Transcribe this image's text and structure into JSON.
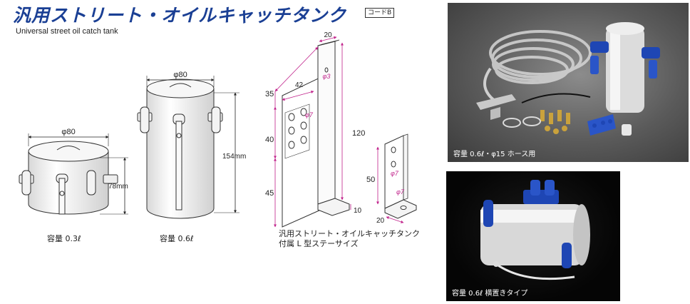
{
  "title": "汎用ストリート・オイルキャッチタンク",
  "code_badge": "コードB",
  "subtitle": "Universal street oil catch tank",
  "tank_small": {
    "diameter_label": "φ80",
    "height_label": "78mm",
    "capacity_caption": "容量 0.3ℓ"
  },
  "tank_large": {
    "diameter_label": "φ80",
    "height_label": "154mm",
    "capacity_caption": "容量 0.6ℓ"
  },
  "stay_main": {
    "width_top": "20",
    "hole_small": "φ3",
    "seg_top": "35",
    "seg_mid": "40",
    "seg_bottom": "45",
    "hole_width": "42",
    "hole_large": "φ7",
    "total_height": "120",
    "foot": "10"
  },
  "stay_l": {
    "height": "50",
    "hole_large": "φ7",
    "hole_small": "φ7",
    "foot": "20"
  },
  "stay_caption": {
    "line1": "汎用ストリート・オイルキャッチタンク",
    "line2": "付属 L 型ステーサイズ"
  },
  "photos": {
    "kit_caption": "容量 0.6ℓ・φ15 ホース用",
    "horizontal_caption": "容量 0.6ℓ 横置きタイプ"
  },
  "colors": {
    "title_blue": "#1a3f94",
    "dimension_magenta": "#c0208a",
    "anodized_blue": "#1e46b4"
  }
}
